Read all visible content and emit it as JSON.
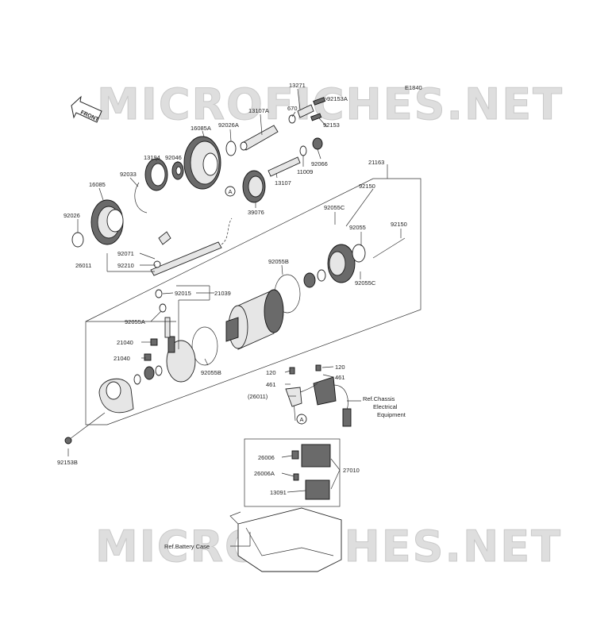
{
  "diagram": {
    "code": "E1840",
    "front_label": "FRONT",
    "watermark": "MICROFICHES.NET",
    "labels": {
      "p13271": "13271",
      "p92153A": "92153A",
      "p670": "670",
      "p13107A": "13107A",
      "p92153": "92153",
      "p16085A": "16085A",
      "p92026A": "92026A",
      "p92046": "92046",
      "p13194": "13194",
      "p92033": "92033",
      "p16085": "16085",
      "p11009": "11009",
      "p92066": "92066",
      "p13107": "13107",
      "p39076": "39076",
      "p21163": "21163",
      "p92150a": "92150",
      "p92055C_a": "92055C",
      "p92026": "92026",
      "p92055": "92055",
      "p92150b": "92150",
      "p92071": "92071",
      "p26011": "26011",
      "p92210": "92210",
      "p92055B_a": "92055B",
      "p92055C_b": "92055C",
      "p92015": "92015",
      "p21039": "21039",
      "p92055A": "92055A",
      "p21040a": "21040",
      "p21040b": "21040",
      "p92055B_b": "92055B",
      "p120a": "120",
      "p461a": "461",
      "p26011b": "(26011)",
      "p120b": "120",
      "p461b": "461",
      "p92153B": "92153B",
      "p26006": "26006",
      "p26006A": "26006A",
      "p27010": "27010",
      "p13091": "13091",
      "refA1": "A",
      "refA2": "A",
      "ref_chassis_1": "Ref.Chassis",
      "ref_chassis_2": "Electrical",
      "ref_chassis_3": "Equipment",
      "ref_battery": "Ref.Battery Case"
    }
  }
}
